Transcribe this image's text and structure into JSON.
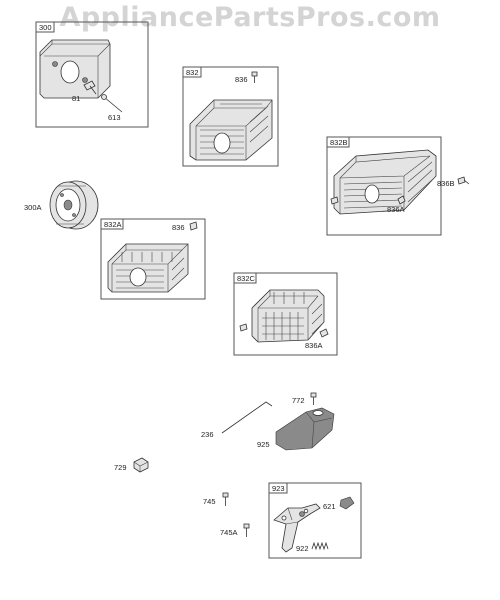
{
  "watermark": "AppliancePartsPros.com",
  "parts": {
    "p300": "300",
    "p81": "81",
    "p613": "613",
    "p832": "832",
    "p836": "836",
    "p832B": "832B",
    "p836B": "836B",
    "p836A_b": "836A",
    "p300A": "300A",
    "p832A": "832A",
    "p836_a": "836",
    "p832C": "832C",
    "p836A_c": "836A",
    "p772": "772",
    "p236": "236",
    "p925": "925",
    "p729": "729",
    "p923": "923",
    "p621": "621",
    "p745": "745",
    "p745A": "745A",
    "p922": "922"
  }
}
